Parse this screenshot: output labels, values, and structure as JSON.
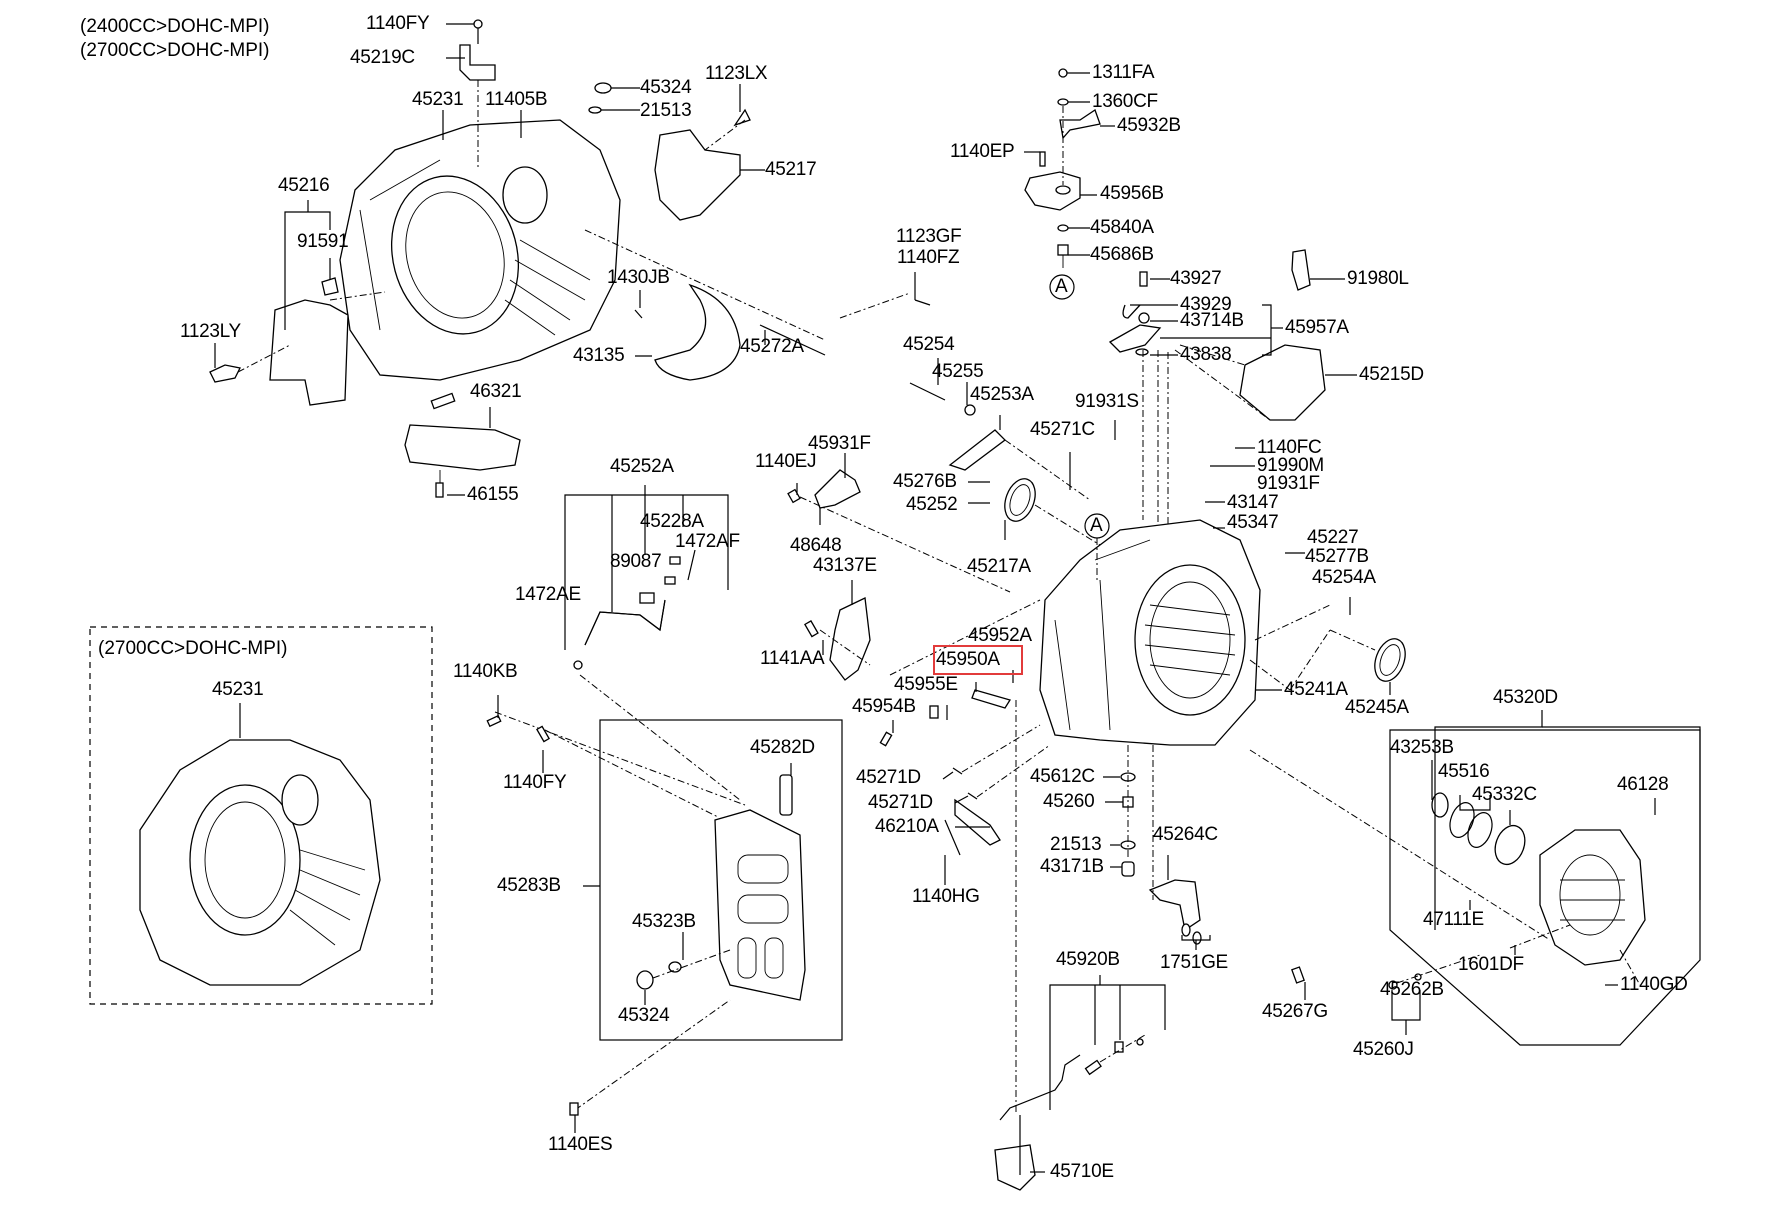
{
  "diagram": {
    "title_notes": [
      "(2400CC>DOHC-MPI)",
      "(2700CC>DOHC-MPI)"
    ],
    "inset_note": "(2700CC>DOHC-MPI)",
    "highlighted_part": "45950A",
    "highlight_color": "#e23b3b",
    "circle_marker": "A",
    "labels": {
      "p1140FY_top": "1140FY",
      "p45219C": "45219C",
      "p45231": "45231",
      "p11405B": "11405B",
      "p45324_top": "45324",
      "p21513_top": "21513",
      "p1123LX": "1123LX",
      "p45217": "45217",
      "p45216": "45216",
      "p91591": "91591",
      "p1123LY": "1123LY",
      "p1430JB": "1430JB",
      "p43135": "43135",
      "p45272A": "45272A",
      "p1123GF": "1123GF",
      "p1140FZ": "1140FZ",
      "p46321": "46321",
      "p46155": "46155",
      "p1311FA": "1311FA",
      "p1360CF": "1360CF",
      "p45932B": "45932B",
      "p1140EP": "1140EP",
      "p45956B": "45956B",
      "p45840A": "45840A",
      "p45686B": "45686B",
      "p43927": "43927",
      "p91980L": "91980L",
      "p43929": "43929",
      "p43714B": "43714B",
      "p45957A": "45957A",
      "p43838": "43838",
      "p45215D": "45215D",
      "p45254": "45254",
      "p45255": "45255",
      "p45253A": "45253A",
      "p91931S": "91931S",
      "p45271C": "45271C",
      "p1140FC": "1140FC",
      "p91990M": "91990M",
      "p91931F": "91931F",
      "p43147": "43147",
      "p45347": "45347",
      "p45227": "45227",
      "p45277B": "45277B",
      "p45254A": "45254A",
      "p45931F": "45931F",
      "p1140EJ": "1140EJ",
      "p45276B": "45276B",
      "p45252": "45252",
      "p45217A": "45217A",
      "p48648": "48648",
      "p43137E": "43137E",
      "p45252A": "45252A",
      "p45228A": "45228A",
      "p1472AF": "1472AF",
      "p89087": "89087",
      "p1472AE": "1472AE",
      "p1141AA": "1141AA",
      "p45952A": "45952A",
      "p45950A": "45950A",
      "p45955E": "45955E",
      "p45954B": "45954B",
      "p45241A": "45241A",
      "p45245A": "45245A",
      "p45320D": "45320D",
      "p43253B": "43253B",
      "p45516": "45516",
      "p45332C": "45332C",
      "p46128": "46128",
      "p47111E": "47111E",
      "p1601DF": "1601DF",
      "p1140GD": "1140GD",
      "p1140KB": "1140KB",
      "p1140FY_mid": "1140FY",
      "p45282D": "45282D",
      "p45283B": "45283B",
      "p45323B": "45323B",
      "p45324_bot": "45324",
      "p1140ES": "1140ES",
      "p45231_inset": "45231",
      "p45271D_a": "45271D",
      "p45271D_b": "45271D",
      "p46210A": "46210A",
      "p1140HG": "1140HG",
      "p45612C": "45612C",
      "p45260": "45260",
      "p21513_bot": "21513",
      "p43171B": "43171B",
      "p45264C": "45264C",
      "p1751GE": "1751GE",
      "p45920B": "45920B",
      "p45710E": "45710E",
      "p45267G": "45267G",
      "p45262B": "45262B",
      "p45260J": "45260J"
    }
  }
}
